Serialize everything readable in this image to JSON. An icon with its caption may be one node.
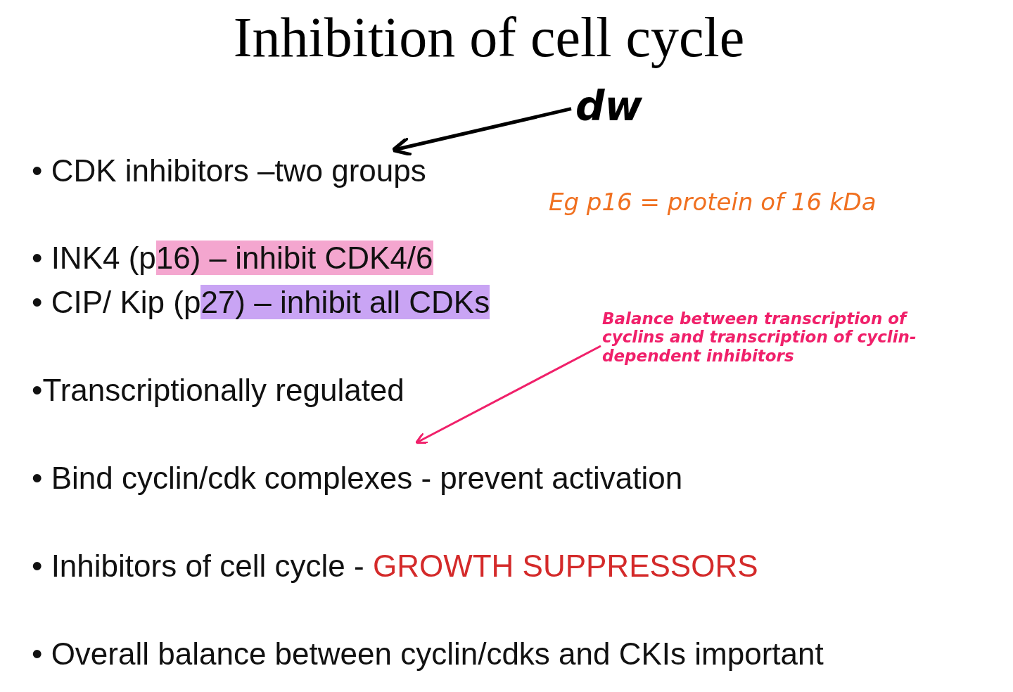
{
  "diagram": {
    "title": "Inhibition of cell cycle",
    "nodes": [
      {
        "text": [
          "dw"
        ]
      },
      {
        "text": [
          "• CDK inhibitors –two groups"
        ]
      },
      {
        "text": [
          "Balance between transcription of cyclins and transcription of cyclin-dependent inhibitors"
        ]
      },
      {
        "text": [
          "•Transcriptionally regulated"
        ]
      }
    ],
    "edges": [
      {
        "from": 0,
        "to": 1,
        "arrow": "to",
        "color": "#000000"
      },
      {
        "from": 2,
        "to": 3,
        "arrow": "to",
        "color": "#f0206a"
      }
    ],
    "labels": [
      "Eg p16 = protein of 16 kDa",
      "• INK4 (p16) – inhibit CDK4/6",
      "• CIP/ Kip (p27) – inhibit all CDKs",
      "• Bind cyclin/cdk complexes - prevent activation",
      "• Inhibitors of cell cycle - GROWTH SUPPRESSORS",
      "• Overall balance between cyclin/cdks and CKIs important"
    ]
  }
}
